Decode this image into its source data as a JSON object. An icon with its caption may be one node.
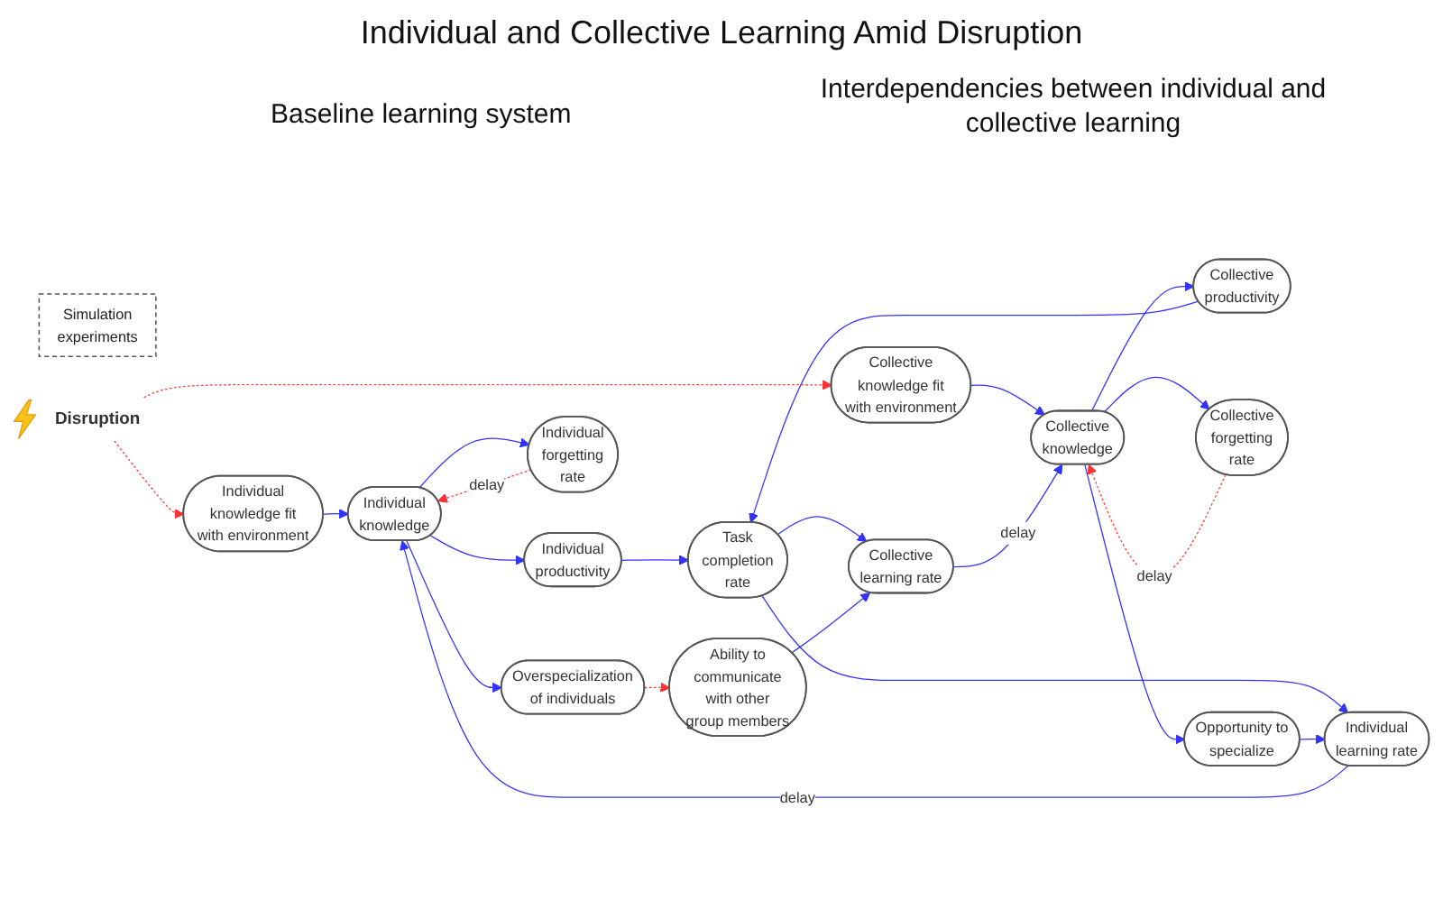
{
  "diagram": {
    "title": "Individual and Collective Learning Amid Disruption",
    "nodes": [
      {
        "text": [
          "Simulation experiments"
        ]
      },
      {
        "text": [
          "Collective knowledge"
        ]
      },
      {
        "text": [
          "Collective knowledge fit with environment"
        ]
      },
      {
        "text": [
          "Collective productivity"
        ]
      },
      {
        "text": [
          "Collective forgetting rate"
        ]
      },
      {
        "text": [
          "Collective learning rate"
        ]
      },
      {
        "text": [
          "Opportunity to specialize"
        ]
      },
      {
        "text": [
          "Disruption"
        ]
      },
      {
        "text": [
          "Task completion rate"
        ]
      },
      {
        "text": [
          "Ability to communicate with other group members"
        ]
      },
      {
        "text": [
          "Individual productivity"
        ]
      },
      {
        "text": [
          "Individual forgetting rate"
        ]
      },
      {
        "text": [
          "Individual learning rate"
        ]
      },
      {
        "text": [
          "Individual knowledge fit with environment"
        ]
      },
      {
        "text": [
          "Overspecialization of individuals"
        ]
      },
      {
        "text": [
          "Individual knowledge"
        ]
      }
    ],
    "edges": [
      {
        "from": 2,
        "to": 1,
        "arrow": "to"
      },
      {
        "from": 1,
        "to": 3,
        "arrow": "to"
      },
      {
        "from": 1,
        "to": 4,
        "arrow": "to"
      },
      {
        "from": 4,
        "to": 1,
        "arrow": "to",
        "label": "delay",
        "style": "dashed",
        "color": "#ff3333"
      },
      {
        "from": 5,
        "to": 1,
        "arrow": "to",
        "label": "delay"
      },
      {
        "from": 1,
        "to": 6,
        "arrow": "to"
      },
      {
        "from": 3,
        "to": 8,
        "arrow": "to"
      },
      {
        "from": 8,
        "to": 5,
        "arrow": "to"
      },
      {
        "from": 8,
        "to": 12,
        "arrow": "to"
      },
      {
        "from": 6,
        "to": 12,
        "arrow": "to"
      },
      {
        "from": 9,
        "to": 5,
        "arrow": "to"
      },
      {
        "from": 10,
        "to": 8,
        "arrow": "to"
      },
      {
        "from": 15,
        "to": 10,
        "arrow": "to"
      },
      {
        "from": 15,
        "to": 11,
        "arrow": "to"
      },
      {
        "from": 11,
        "to": 15,
        "arrow": "to",
        "label": "delay",
        "style": "dashed",
        "color": "#ff3333"
      },
      {
        "from": 12,
        "to": 15,
        "arrow": "to",
        "label": "delay"
      },
      {
        "from": 13,
        "to": 15,
        "arrow": "to"
      },
      {
        "from": 15,
        "to": 14,
        "arrow": "to"
      },
      {
        "from": 14,
        "to": 9,
        "arrow": "to",
        "style": "dashed",
        "color": "#ff3333"
      },
      {
        "from": 7,
        "to": 2,
        "arrow": "to",
        "style": "dashed",
        "color": "#ff3333"
      },
      {
        "from": 7,
        "to": 13,
        "arrow": "to",
        "style": "dashed",
        "color": "#ff3333"
      }
    ],
    "labels": [
      "Baseline learning system",
      "Interdependencies between individual and collective learning"
    ]
  }
}
